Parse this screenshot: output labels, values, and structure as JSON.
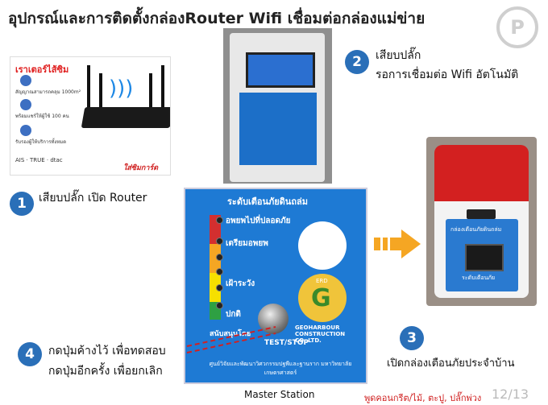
{
  "title": "อุปกรณ์และการติดตั้งกล่องRouter Wifi เชื่อมต่อกล่องแม่ข่าย",
  "steps": [
    {
      "n": "1",
      "text": "เสียบปลั๊ก เปิด Router"
    },
    {
      "n": "2",
      "line1": "เสียบปลั๊ก",
      "line2": "รอการเชื่อมต่อ Wifi อัตโนมัติ"
    },
    {
      "n": "3",
      "text": "เปิดกล่องเตือนภัยประจำบ้าน"
    },
    {
      "n": "4",
      "line1": "กดปุ่มค้างไว้ เพื่อทดสอบ",
      "line2": "กดปุ่มอีกครั้ง เพื่อยกเลิก"
    }
  ],
  "router_card": {
    "header": "เราเตอร์ไส้ซิม",
    "features": [
      "สัญญาณสามารถคลุม 1000m²",
      "พร้อมแชร์ให้ผู้ใช้ 100 คน",
      "รับรองผู้ให้บริการทั้งหมด"
    ],
    "carriers": "AIS · TRUE · dtac",
    "brand": "ใส่ซิมการ์ด"
  },
  "master": {
    "panel_title": "ระดับเตือนภัยดินถล่ม",
    "levels": [
      "อพยพไปที่ปลอดภัย",
      "เตรียมอพยพ",
      "เฝ้าระวัง",
      "ปกติ"
    ],
    "level_colors": [
      "#d32f2f",
      "#f5a623",
      "#f6e000",
      "#2ea043"
    ],
    "erd": "ERD",
    "company": "GEOHARBOUR CONSTRUCTION CO.,LTD.",
    "button_label": "TEST/STOP",
    "switch_label": "สนับสนุนโดย",
    "footer": "ศูนย์วิจัยและพัฒนาวิศวกรรมปฐพีและฐานราก มหาวิทยาลัยเกษตรศาสตร์",
    "caption": "Master Station"
  },
  "siren": {
    "label": "กล่องเตือนภัยดินถล่ม",
    "sub": "ระดับเตือนภัย"
  },
  "footer_note": "พูดคอนกรีต/ไม้, ตะปู, ปลั๊กพ่วง",
  "page": "12/13",
  "colors": {
    "step_circle": "#2a6fb8",
    "arrow": "#f5a623",
    "dashed": "#d32020"
  }
}
